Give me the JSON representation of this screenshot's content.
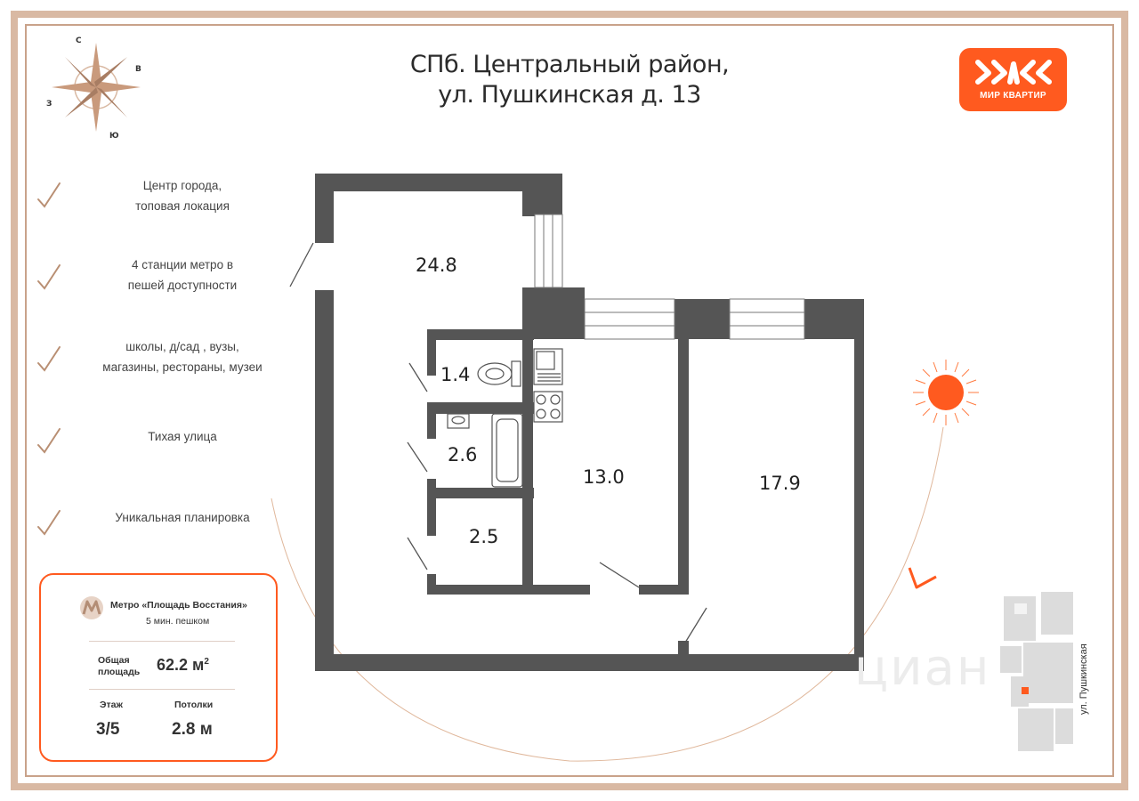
{
  "header": {
    "title_line1": "СПб. Центральный район,",
    "title_line2": "ул. Пушкинская д. 13"
  },
  "logo": {
    "name": "МИР КВАРТИР",
    "color": "#ff5a1f"
  },
  "compass": {
    "north": "С",
    "east": "В",
    "south": "Ю",
    "west": "З"
  },
  "features": [
    {
      "line1": "Центр города,",
      "line2": "топовая локация"
    },
    {
      "line1": "4 станции метро в",
      "line2": "пешей доступности"
    },
    {
      "line1": "школы, д/сад , вузы,",
      "line2": "магазины, рестораны,  музеи"
    },
    {
      "line1": "Тихая улица",
      "line2": ""
    },
    {
      "line1": "Уникальная планировка",
      "line2": ""
    }
  ],
  "info": {
    "metro_name": "Метро «Площадь Восстания»",
    "metro_walk": "5 мин. пешком",
    "total_area_label_1": "Общая",
    "total_area_label_2": "площадь",
    "total_area_value": "62.2 м",
    "total_area_unit_sup": "2",
    "floor_label": "Этаж",
    "floor_value": "3/5",
    "ceiling_label": "Потолки",
    "ceiling_value": "2.8 м"
  },
  "rooms": [
    {
      "id": "hall",
      "area": "24.8"
    },
    {
      "id": "toilet",
      "area": "1.4"
    },
    {
      "id": "bathroom",
      "area": "2.6"
    },
    {
      "id": "storage",
      "area": "2.5"
    },
    {
      "id": "kitchen",
      "area": "13.0"
    },
    {
      "id": "bedroom",
      "area": "17.9"
    }
  ],
  "map": {
    "street": "ул. Пушкинская",
    "watermark": "циан"
  },
  "colors": {
    "accent": "#ff5a1f",
    "frame": "#d9b9a3",
    "wall": "#555555"
  }
}
